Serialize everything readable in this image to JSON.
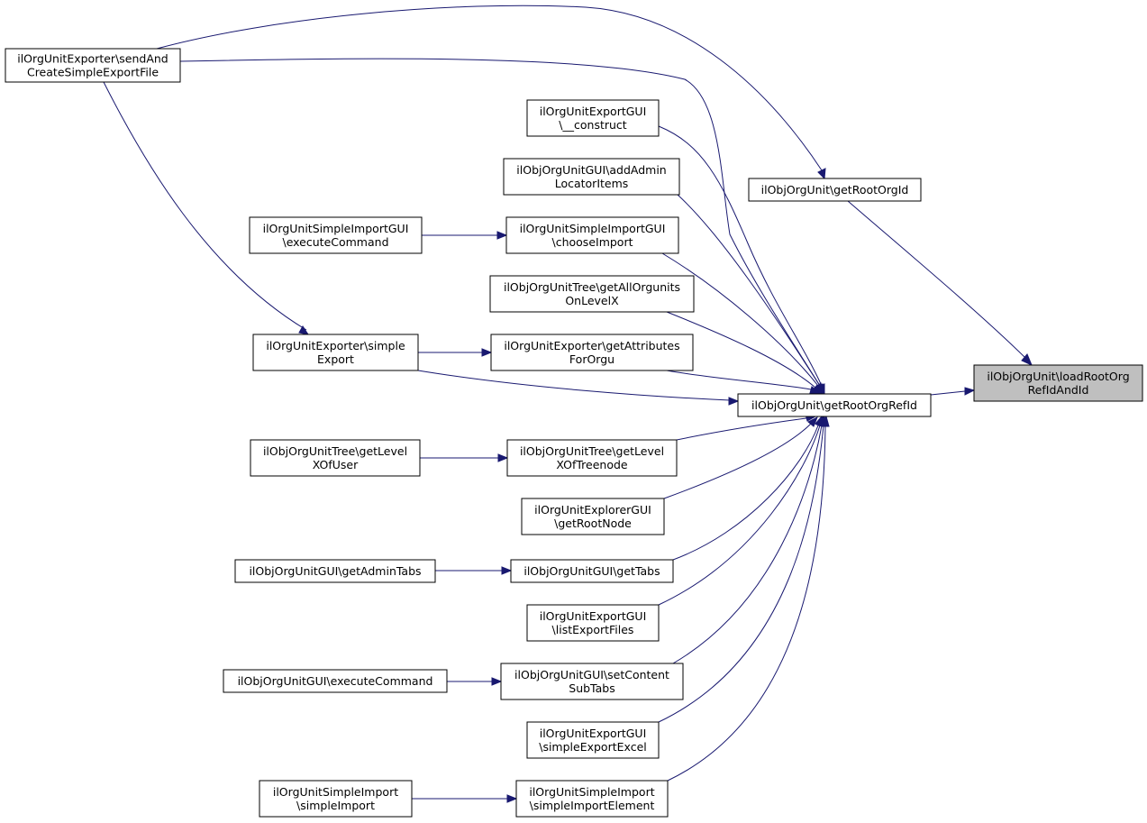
{
  "colors": {
    "edge": "#191970",
    "focus_fill": "#bfbfbf",
    "node_fill": "#ffffff",
    "border": "#000000"
  },
  "nodes": {
    "loadRoot": {
      "lines": [
        "ilObjOrgUnit\\loadRootOrg",
        "RefIdAndId"
      ],
      "focus": true
    },
    "getRootOrgRefId": {
      "lines": [
        "ilObjOrgUnit\\getRootOrgRefId"
      ]
    },
    "getRootOrgId": {
      "lines": [
        "ilObjOrgUnit\\getRootOrgId"
      ]
    },
    "sendAndCreate": {
      "lines": [
        "ilOrgUnitExporter\\sendAnd",
        "CreateSimpleExportFile"
      ]
    },
    "exportConstruct": {
      "lines": [
        "ilOrgUnitExportGUI",
        "\\__construct"
      ]
    },
    "addAdminLoc": {
      "lines": [
        "ilObjOrgUnitGUI\\addAdmin",
        "LocatorItems"
      ]
    },
    "chooseImport": {
      "lines": [
        "ilOrgUnitSimpleImportGUI",
        "\\chooseImport"
      ]
    },
    "simpleImportGUIExec": {
      "lines": [
        "ilOrgUnitSimpleImportGUI",
        "\\executeCommand"
      ]
    },
    "getAllOrgunits": {
      "lines": [
        "ilObjOrgUnitTree\\getAllOrgunits",
        "OnLevelX"
      ]
    },
    "getAttributes": {
      "lines": [
        "ilOrgUnitExporter\\getAttributes",
        "ForOrgu"
      ]
    },
    "simpleExport": {
      "lines": [
        "ilOrgUnitExporter\\simple",
        "Export"
      ]
    },
    "getLevelXTree": {
      "lines": [
        "ilObjOrgUnitTree\\getLevel",
        "XOfTreenode"
      ]
    },
    "getLevelXUser": {
      "lines": [
        "ilObjOrgUnitTree\\getLevel",
        "XOfUser"
      ]
    },
    "getRootNode": {
      "lines": [
        "ilOrgUnitExplorerGUI",
        "\\getRootNode"
      ]
    },
    "getTabs": {
      "lines": [
        "ilObjOrgUnitGUI\\getTabs"
      ]
    },
    "getAdminTabs": {
      "lines": [
        "ilObjOrgUnitGUI\\getAdminTabs"
      ]
    },
    "listExport": {
      "lines": [
        "ilOrgUnitExportGUI",
        "\\listExportFiles"
      ]
    },
    "setContentSub": {
      "lines": [
        "ilObjOrgUnitGUI\\setContent",
        "SubTabs"
      ]
    },
    "guiExecute": {
      "lines": [
        "ilObjOrgUnitGUI\\executeCommand"
      ]
    },
    "simpleExportExcel": {
      "lines": [
        "ilOrgUnitExportGUI",
        "\\simpleExportExcel"
      ]
    },
    "simpleImportElem": {
      "lines": [
        "ilOrgUnitSimpleImport",
        "\\simpleImportElement"
      ]
    },
    "simpleImport": {
      "lines": [
        "ilOrgUnitSimpleImport",
        "\\simpleImport"
      ]
    }
  },
  "edges": [
    {
      "from": "getRootOrgRefId",
      "to": "loadRoot"
    },
    {
      "from": "getRootOrgId",
      "to": "loadRoot"
    },
    {
      "from": "sendAndCreate",
      "to": "getRootOrgId"
    },
    {
      "from": "sendAndCreate",
      "to": "getRootOrgRefId"
    },
    {
      "from": "sendAndCreate",
      "to": "simpleExport"
    },
    {
      "from": "exportConstruct",
      "to": "getRootOrgRefId"
    },
    {
      "from": "addAdminLoc",
      "to": "getRootOrgRefId"
    },
    {
      "from": "chooseImport",
      "to": "getRootOrgRefId"
    },
    {
      "from": "simpleImportGUIExec",
      "to": "chooseImport"
    },
    {
      "from": "getAllOrgunits",
      "to": "getRootOrgRefId"
    },
    {
      "from": "getAttributes",
      "to": "getRootOrgRefId"
    },
    {
      "from": "simpleExport",
      "to": "getAttributes"
    },
    {
      "from": "simpleExport",
      "to": "getRootOrgRefId"
    },
    {
      "from": "getLevelXTree",
      "to": "getRootOrgRefId"
    },
    {
      "from": "getLevelXUser",
      "to": "getLevelXTree"
    },
    {
      "from": "getRootNode",
      "to": "getRootOrgRefId"
    },
    {
      "from": "getTabs",
      "to": "getRootOrgRefId"
    },
    {
      "from": "getAdminTabs",
      "to": "getTabs"
    },
    {
      "from": "listExport",
      "to": "getRootOrgRefId"
    },
    {
      "from": "setContentSub",
      "to": "getRootOrgRefId"
    },
    {
      "from": "guiExecute",
      "to": "setContentSub"
    },
    {
      "from": "simpleExportExcel",
      "to": "getRootOrgRefId"
    },
    {
      "from": "simpleImportElem",
      "to": "getRootOrgRefId"
    },
    {
      "from": "simpleImport",
      "to": "simpleImportElem"
    }
  ]
}
